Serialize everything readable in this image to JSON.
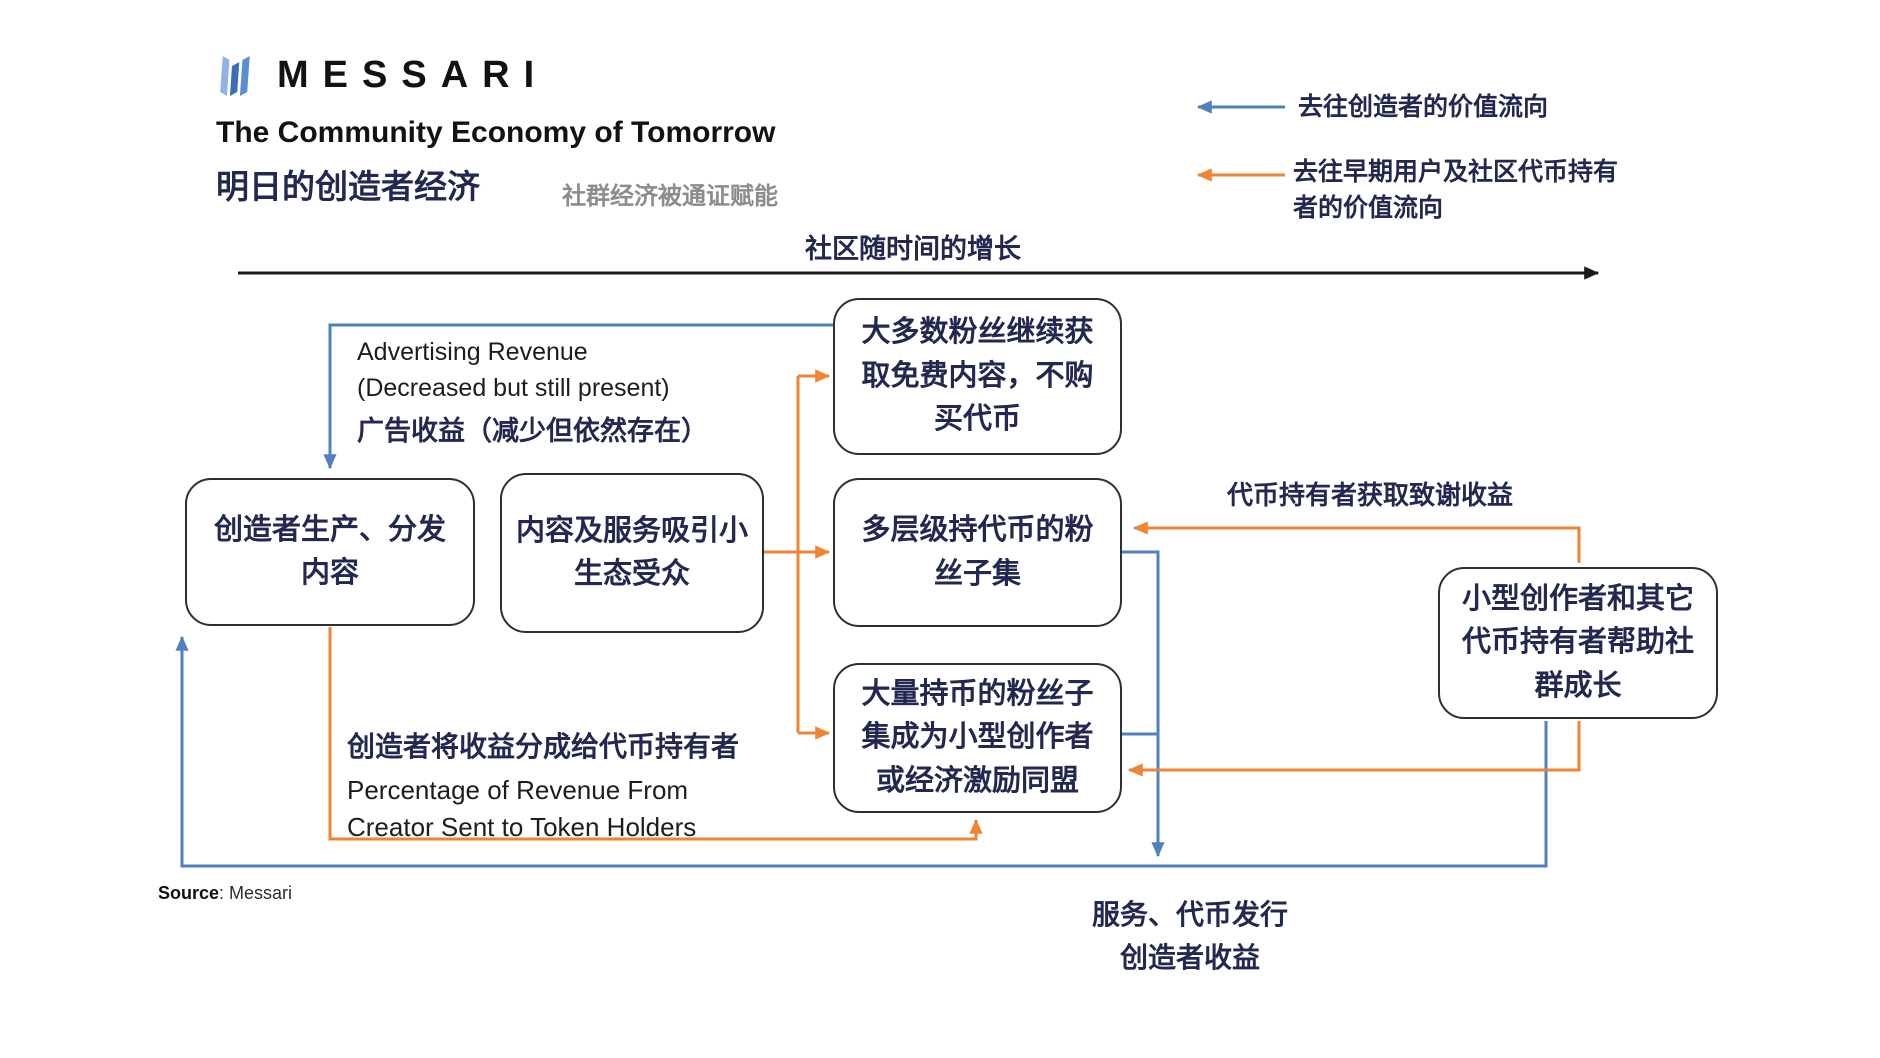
{
  "header": {
    "logo_text": "MESSARI",
    "title_en": "The Community Economy of Tomorrow",
    "title_zh": "明日的创造者经济",
    "subtitle_zh": "社群经济被通证赋能"
  },
  "legend": {
    "to_creator_label": "去往创造者的价值流向",
    "to_holders_label": "去往早期用户及社区代币持有\n者的价值流向"
  },
  "axis": {
    "label": "社区随时间的增长"
  },
  "boxes": {
    "creator": "创造者生产、分发\n内容",
    "content": "内容及服务吸引小\n生态受众",
    "free_fans": "大多数粉丝继续获\n取免费内容，不购\n买代币",
    "tiered_fans": "多层级持代币的粉\n丝子集",
    "large_holders": "大量持币的粉丝子\n集成为小型创作者\n或经济激励同盟",
    "small_creators": "小型创作者和其它\n代币持有者帮助社\n群成长"
  },
  "annotations": {
    "ad_revenue_en1": "Advertising Revenue",
    "ad_revenue_en2": "(Decreased but still present)",
    "ad_revenue_zh": "广告收益（减少但依然存在）",
    "gratitude_zh": "代币持有者获取致谢收益",
    "rev_share_zh": "创造者将收益分成给代币持有者",
    "rev_share_en1": "Percentage of Revenue From",
    "rev_share_en2": "Creator Sent to Token Holders",
    "services_zh": "服务、代币发行\n创造者收益"
  },
  "source": {
    "label": "Source",
    "value": ": Messari"
  },
  "colors": {
    "blue": "#4f81bd",
    "orange": "#ee8434",
    "navy": "#232850",
    "black": "#1a1a1a"
  }
}
